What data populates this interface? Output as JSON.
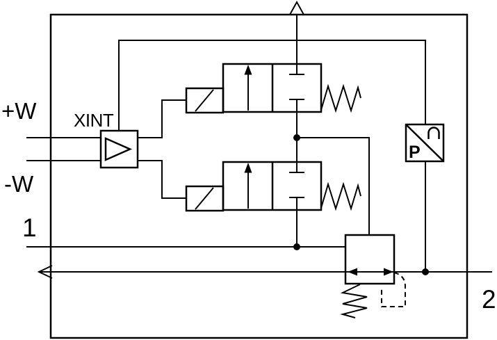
{
  "diagram": {
    "type": "pneumatic-proportional-pressure-regulator-schematic",
    "labels": {
      "setpoint_positive": "+W",
      "setpoint_negative": "-W",
      "supply_port": "1",
      "output_port": "2",
      "amplifier": "XINT",
      "pressure_sensor": "P"
    },
    "colors": {
      "line": "#000000",
      "background": "#ffffff"
    },
    "icons": {
      "exhaust_top": "open-triangle-up-icon",
      "exhaust_left": "open-arrow-left-icon",
      "amplifier": "triangle-right-icon",
      "solenoid_actuator": "slash-box-icon",
      "flow_path_open": "arrow-up-icon",
      "ports_blocked": "tee-blocked-port-icon",
      "return_spring": "zigzag-spring-icon",
      "regulator_spring": "vertical-zigzag-spring-icon",
      "pressure_sensor": "p-diagonal-box-icon",
      "pilot_feedback": "dashed-pilot-line-icon",
      "junction": "junction-dot-icon"
    }
  }
}
